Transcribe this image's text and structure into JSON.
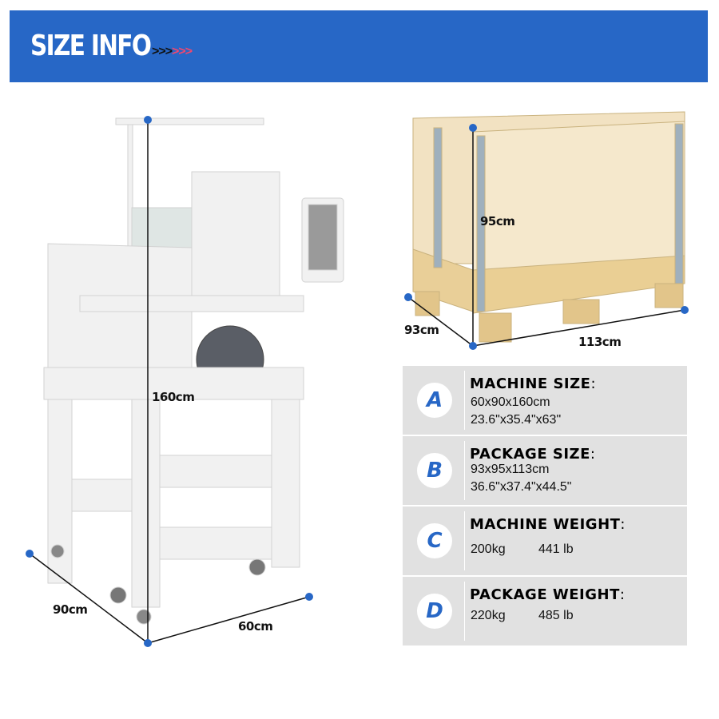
{
  "header": {
    "title": "SIZE INFO",
    "arrows_dark": ">>>",
    "arrows_accent": ">>>"
  },
  "colors": {
    "brand": "#2767c6",
    "accent": "#f0486e",
    "panel": "#e1e1e1"
  },
  "machine_dimensions": {
    "height": "160cm",
    "depth": "90cm",
    "width": "60cm"
  },
  "package_dimensions": {
    "height": "95cm",
    "depth": "93cm",
    "width": "113cm"
  },
  "specs": [
    {
      "letter": "A",
      "title": "MACHINE SIZE",
      "line1": "60x90x160cm",
      "line2": "23.6\"x35.4\"x63\""
    },
    {
      "letter": "B",
      "title": "PACKAGE SIZE",
      "line1": "93x95x113cm",
      "line2": "36.6\"x37.4\"x44.5\""
    },
    {
      "letter": "C",
      "title": "MACHINE WEIGHT",
      "kg": "200kg",
      "lb": "441 lb"
    },
    {
      "letter": "D",
      "title": "PACKAGE WEIGHT",
      "kg": "220kg",
      "lb": "485 lb"
    }
  ],
  "colon": ":"
}
